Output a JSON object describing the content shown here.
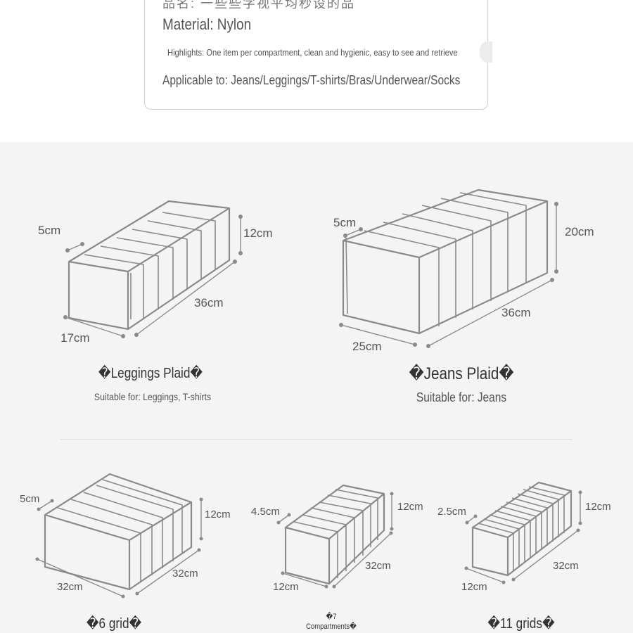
{
  "info_card": {
    "garbled_line": "品名: 一些些字视平均秒设的品",
    "material": "Material: Nylon",
    "highlights": "Highlights: One item per compartment, clean and hygienic, easy to see and retrieve",
    "applicable": "Applicable to: Jeans/Leggings/T-shirts/Bras/Underwear/Socks"
  },
  "products": {
    "leggings": {
      "title": "�Leggings Plaid�",
      "suitable": "Suitable for: Leggings, T-shirts",
      "dims": {
        "depth": "5cm",
        "height": "12cm",
        "length": "36cm",
        "width": "17cm"
      }
    },
    "jeans": {
      "title": "�Jeans Plaid�",
      "suitable": "Suitable for: Jeans",
      "dims": {
        "depth": "5cm",
        "height": "20cm",
        "length": "36cm",
        "width": "25cm"
      }
    },
    "grid6": {
      "title": "�6 grid�",
      "dims": {
        "depth": "5cm",
        "height": "12cm",
        "length": "32cm",
        "width": "32cm"
      }
    },
    "grid7": {
      "title_line1": "�7",
      "title_line2": "Compartments�",
      "dims": {
        "depth": "4.5cm",
        "height": "12cm",
        "length": "32cm",
        "width": "12cm"
      }
    },
    "grid11": {
      "title": "�11 grids�",
      "dims": {
        "depth": "2.5cm",
        "height": "12cm",
        "length": "32cm",
        "width": "12cm"
      }
    }
  },
  "colors": {
    "line": "#8a8a8a",
    "panel_bg": "#f4f4f4"
  }
}
